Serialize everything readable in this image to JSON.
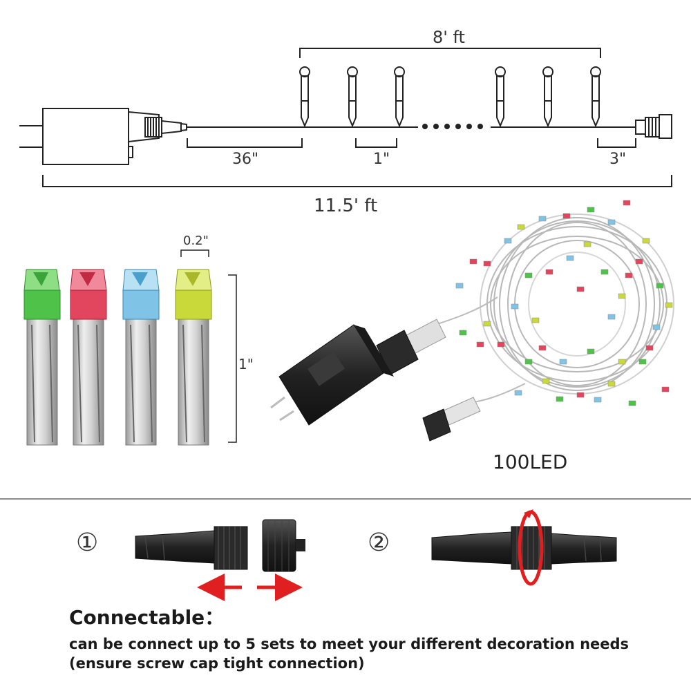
{
  "dimensions": {
    "lead_length": "8' ft",
    "to_first_bulb": "36\"",
    "bulb_spacing": "1\"",
    "tail_length": "3\"",
    "total_length": "11.5'  ft",
    "bulb_width": "0.2\"",
    "bulb_height": "1\""
  },
  "product": {
    "led_count": "100LED"
  },
  "steps": {
    "step1": "①",
    "step2": "②"
  },
  "connect": {
    "title": "Connectable：",
    "line1": "can be connect up to 5 sets to meet your different decoration needs",
    "line2": "(ensure screw cap tight connection)"
  },
  "colors": {
    "line": "#222222",
    "arrow_red": "#e02020",
    "bulb_green": "#4fc24a",
    "bulb_red": "#e2455e",
    "bulb_blue": "#7fc4e6",
    "bulb_yellow": "#c9d93a",
    "connector_black": "#2a2a2a"
  }
}
